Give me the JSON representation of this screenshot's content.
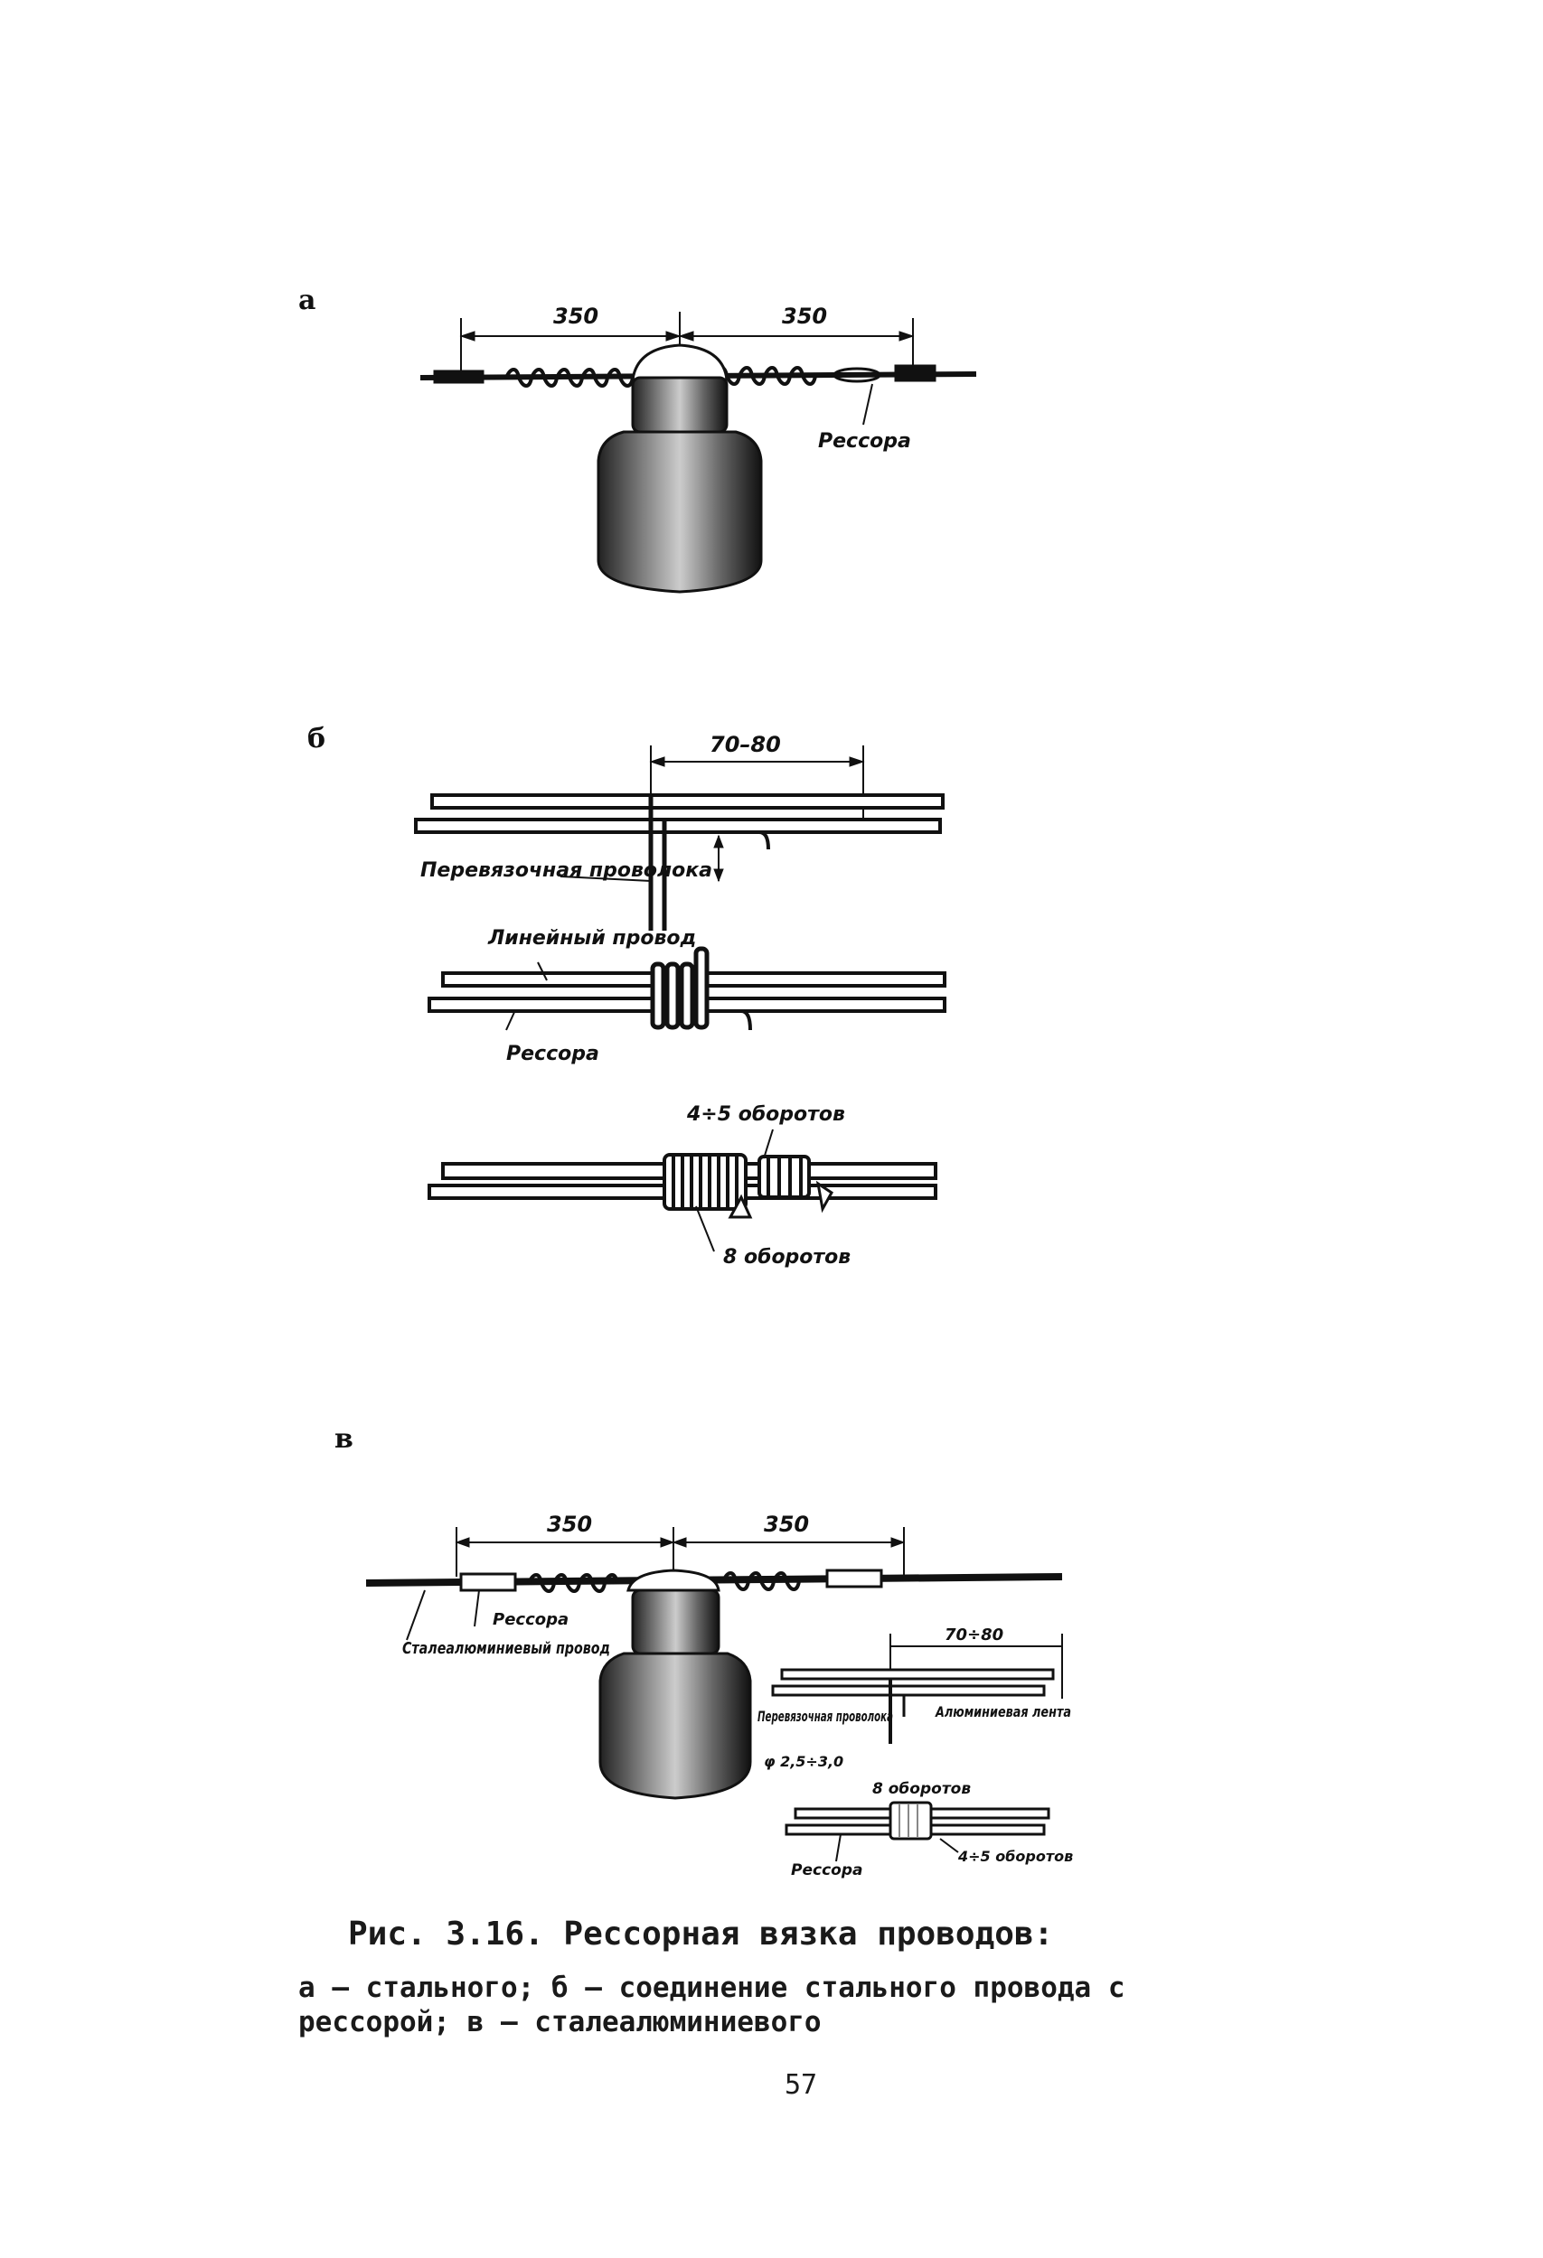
{
  "panels": {
    "a": {
      "label": "а",
      "dim_left": "350",
      "dim_right": "350",
      "spring_label": "Рессора"
    },
    "b": {
      "label": "б",
      "dim_top": "70–80",
      "tie_wire": "Перевязочная проволока",
      "line_wire": "Линейный провод",
      "spring_label": "Рессора",
      "turns_4_5": "4÷5 оборотов",
      "turns_8": "8 оборотов"
    },
    "c": {
      "label": "в",
      "dim_left": "350",
      "dim_right": "350",
      "spring_label": "Рессора",
      "steel_alu_wire": "Сталеалюминиевый провод",
      "dim_small": "70÷80",
      "tie_wire": "Перевязочная проволока",
      "tie_wire_size": "φ 2,5÷3,0",
      "alu_tape": "Алюминиевая лента",
      "turns_8": "8 оборотов",
      "spring_label_2": "Рессора",
      "turns_4_5": "4÷5 оборотов"
    }
  },
  "caption": {
    "line1": "Рис. 3.16. Рессорная вязка проводов:",
    "line2": "а – стального; б – соединение стального провода с",
    "line3": "рессорой; в – сталеалюминиевого"
  },
  "page_number": "57"
}
